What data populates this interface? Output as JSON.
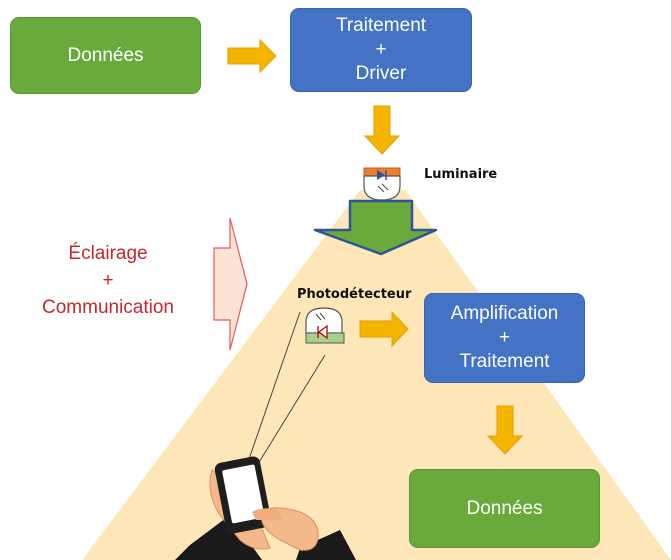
{
  "colors": {
    "green_box": "#6aaa3d",
    "blue_box": "#4472c4",
    "arrow_orange": "#f5b400",
    "light_cone": "#fde7b8",
    "red_text": "#c0282d",
    "big_arrow_green": "#6aaa3d",
    "big_arrow_border": "#2f5597"
  },
  "source_box": {
    "label": "Données"
  },
  "processing_box": {
    "lines": [
      "Traitement",
      "+",
      "Driver"
    ]
  },
  "luminaire": {
    "label": "Luminaire"
  },
  "photodetector": {
    "label": "Photodétecteur"
  },
  "receiver_box": {
    "lines": [
      "Amplification",
      "+",
      "Traitement"
    ]
  },
  "output_box": {
    "label": "Données"
  },
  "side_note": {
    "lines": [
      "Éclairage",
      "+",
      "Communication"
    ]
  },
  "icons": [
    "luminaire-led-icon",
    "photodetector-icon",
    "smartphone-hand-icon"
  ]
}
